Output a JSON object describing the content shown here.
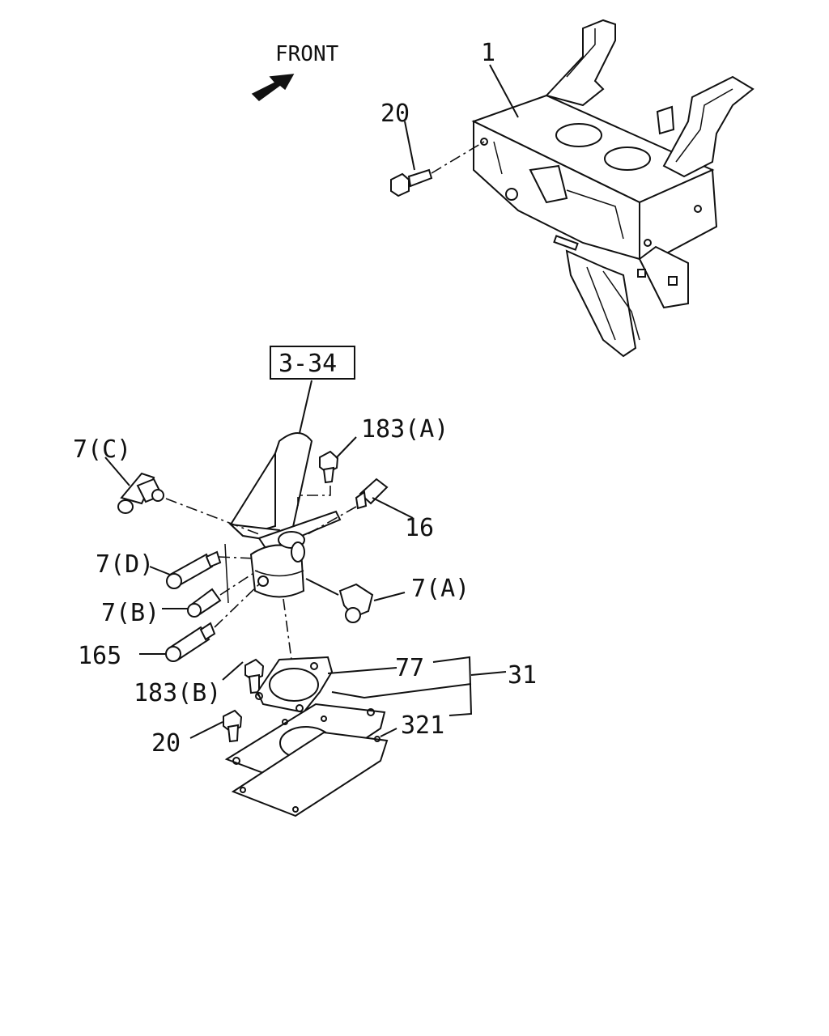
{
  "front_label": "FRONT",
  "ref_box": "3-34",
  "callouts": {
    "c1": "1",
    "c20_top": "20",
    "c183a": "183(A)",
    "c7c": "7(C)",
    "c16": "16",
    "c7d": "7(D)",
    "c7a": "7(A)",
    "c7b": "7(B)",
    "c165": "165",
    "c77": "77",
    "c31": "31",
    "c183b": "183(B)",
    "c321": "321",
    "c20_bot": "20"
  },
  "icons": {
    "front_arrow": "arrow-icon"
  }
}
